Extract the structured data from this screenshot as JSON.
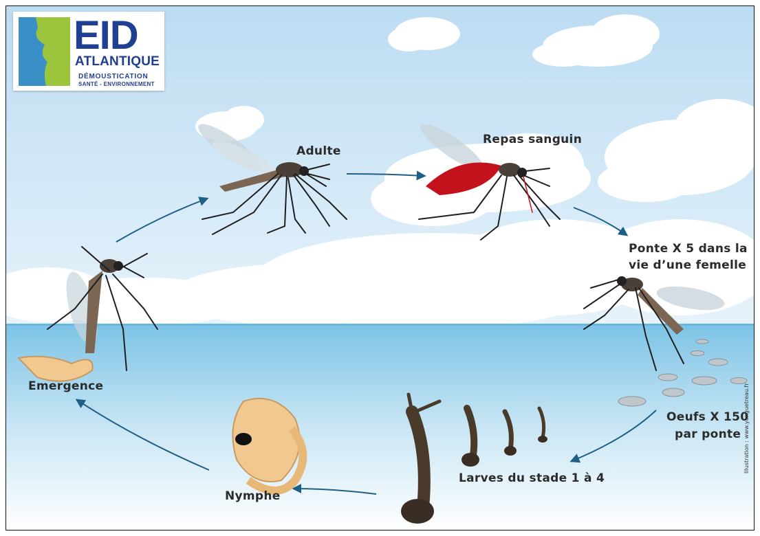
{
  "logo": {
    "name": "EID",
    "region": "ATLANTIQUE",
    "line1": "DÉMOUSTICATION",
    "line2": "SANTÉ - ENVIRONNEMENT"
  },
  "stages": {
    "adult": "Adulte",
    "blood_meal": "Repas sanguin",
    "laying_line1": "Ponte X 5 dans la",
    "laying_line2": "vie d’une femelle",
    "eggs_line1": "Oeufs X 150",
    "eggs_line2": "par ponte",
    "larvae": "Larves du stade 1 à 4",
    "pupa": "Nymphe",
    "emergence": "Emergence"
  },
  "credit": "Illustration : www.yanguetreau.fr",
  "colors": {
    "sky": "#cfe6f5",
    "water": "#8fcbe8",
    "arrow": "#1d5f86",
    "blood": "#c4121c",
    "logo_blue": "#1f3f93"
  }
}
